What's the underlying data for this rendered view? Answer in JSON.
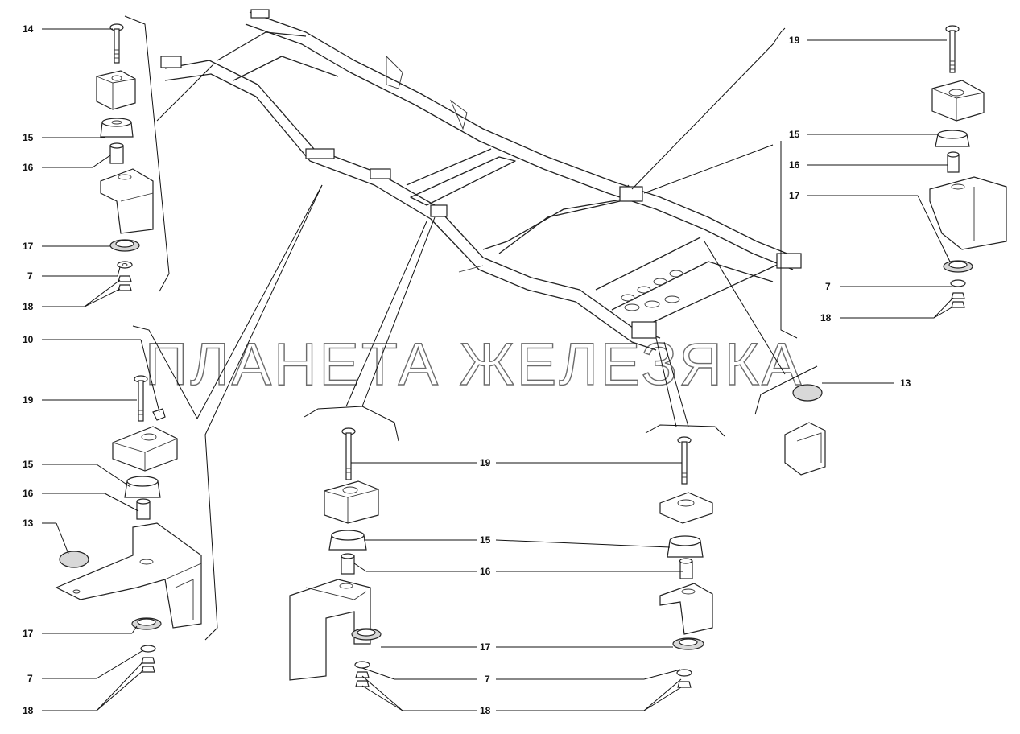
{
  "watermark": "ПЛАНЕТА ЖЕЛЕЗЯКА",
  "callouts": {
    "c14": "14",
    "c15_tl": "15",
    "c16_tl": "16",
    "c17_tl": "17",
    "c7_tl": "7",
    "c18_tl": "18",
    "c19_tr": "19",
    "c15_tr": "15",
    "c16_tr": "16",
    "c17_tr": "17",
    "c7_tr": "7",
    "c18_tr": "18",
    "c13_r": "13",
    "c10_l": "10",
    "c19_l": "19",
    "c15_l": "15",
    "c16_l": "16",
    "c13_l": "13",
    "c17_l": "17",
    "c7_l": "7",
    "c18_l": "18",
    "c19_c": "19",
    "c15_c": "15",
    "c16_c": "16",
    "c17_c": "17",
    "c7_c": "7",
    "c18_c": "18"
  }
}
